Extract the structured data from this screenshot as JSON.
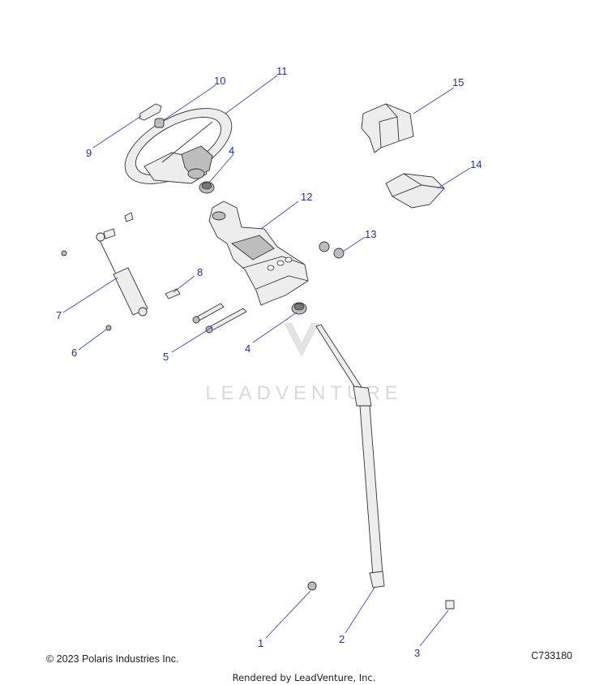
{
  "callouts": [
    {
      "id": "c1",
      "label": "1"
    },
    {
      "id": "c2",
      "label": "2"
    },
    {
      "id": "c3",
      "label": "3"
    },
    {
      "id": "c4a",
      "label": "4"
    },
    {
      "id": "c4b",
      "label": "4"
    },
    {
      "id": "c5",
      "label": "5"
    },
    {
      "id": "c6",
      "label": "6"
    },
    {
      "id": "c7",
      "label": "7"
    },
    {
      "id": "c8",
      "label": "8"
    },
    {
      "id": "c9",
      "label": "9"
    },
    {
      "id": "c10",
      "label": "10"
    },
    {
      "id": "c11",
      "label": "11"
    },
    {
      "id": "c12",
      "label": "12"
    },
    {
      "id": "c13",
      "label": "13"
    },
    {
      "id": "c14",
      "label": "14"
    },
    {
      "id": "c15",
      "label": "15"
    }
  ],
  "watermark": "LEADVENTURE",
  "footer": {
    "copyright": "© 2023 Polaris Industries Inc.",
    "diagram_id": "C733180",
    "rendered_by": "Rendered by LeadVenture, Inc."
  },
  "colors": {
    "callout": "#1f2fb8",
    "leader": "#3a4bd0",
    "watermark": "#d9d9d9"
  }
}
